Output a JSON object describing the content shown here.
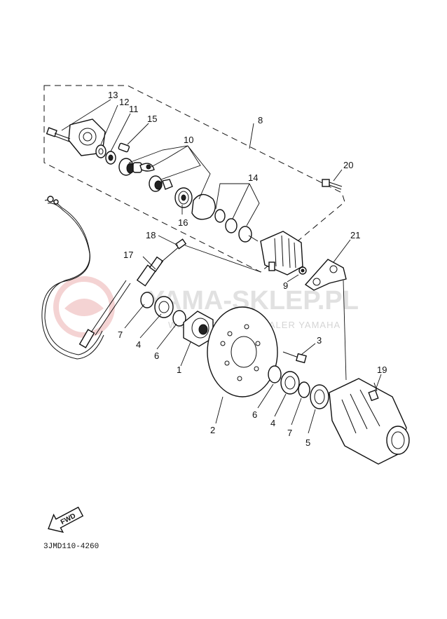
{
  "diagram": {
    "callouts": [
      {
        "id": "c1",
        "label": "1"
      },
      {
        "id": "c2",
        "label": "2"
      },
      {
        "id": "c3",
        "label": "3"
      },
      {
        "id": "c4a",
        "label": "4"
      },
      {
        "id": "c4b",
        "label": "4"
      },
      {
        "id": "c5",
        "label": "5"
      },
      {
        "id": "c6a",
        "label": "6"
      },
      {
        "id": "c6b",
        "label": "6"
      },
      {
        "id": "c7a",
        "label": "7"
      },
      {
        "id": "c7b",
        "label": "7"
      },
      {
        "id": "c8",
        "label": "8"
      },
      {
        "id": "c9",
        "label": "9"
      },
      {
        "id": "c10",
        "label": "10"
      },
      {
        "id": "c11",
        "label": "11"
      },
      {
        "id": "c12",
        "label": "12"
      },
      {
        "id": "c13",
        "label": "13"
      },
      {
        "id": "c14",
        "label": "14"
      },
      {
        "id": "c15",
        "label": "15"
      },
      {
        "id": "c16",
        "label": "16"
      },
      {
        "id": "c17",
        "label": "17"
      },
      {
        "id": "c18",
        "label": "18"
      },
      {
        "id": "c19",
        "label": "19"
      },
      {
        "id": "c20",
        "label": "20"
      },
      {
        "id": "c21",
        "label": "21"
      }
    ],
    "fwd_label": "FWD",
    "drawing_code": "3JMD110-4260"
  },
  "watermark": {
    "main": "YAMA-SKLEP.PL",
    "sub": "W.U.ZYGOWICZ | DEALER YAMAHA",
    "color": "#c9c9c9",
    "logo_color": "#e8a0a0"
  }
}
